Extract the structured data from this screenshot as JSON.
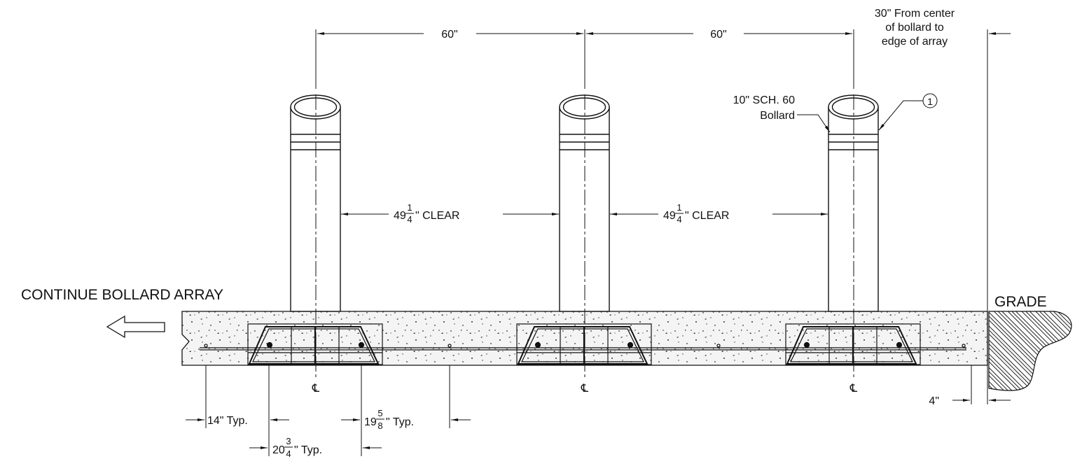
{
  "labels": {
    "continue_array": "CONTINUE BOLLARD ARRAY",
    "grade": "GRADE",
    "center_note_lines": [
      "30\" From center",
      "of bollard to",
      "edge of array"
    ],
    "bollard_spec_lines": [
      "10\" SCH. 60",
      "Bollard"
    ],
    "callout_number": "1",
    "centerline_symbol": "CL"
  },
  "dimensions": {
    "spacing_1": "60\"",
    "spacing_2": "60\"",
    "clear_1": {
      "whole": "49",
      "num": "1",
      "den": "4",
      "suffix": "\" CLEAR"
    },
    "clear_2": {
      "whole": "49",
      "num": "1",
      "den": "4",
      "suffix": "\" CLEAR"
    },
    "typ_14": "14\" Typ.",
    "typ_19": {
      "whole": "19",
      "num": "5",
      "den": "8",
      "suffix": "\" Typ."
    },
    "typ_20": {
      "whole": "20",
      "num": "3",
      "den": "4",
      "suffix": "\" Typ."
    },
    "edge_4": "4\""
  },
  "colors": {
    "line": "#111111",
    "concrete_fill": "#f2f2f2",
    "paper": "#ffffff"
  },
  "icons": {
    "direction_arrow": "left-arrow-icon",
    "grade_hatch": "earth-hatch-icon"
  }
}
